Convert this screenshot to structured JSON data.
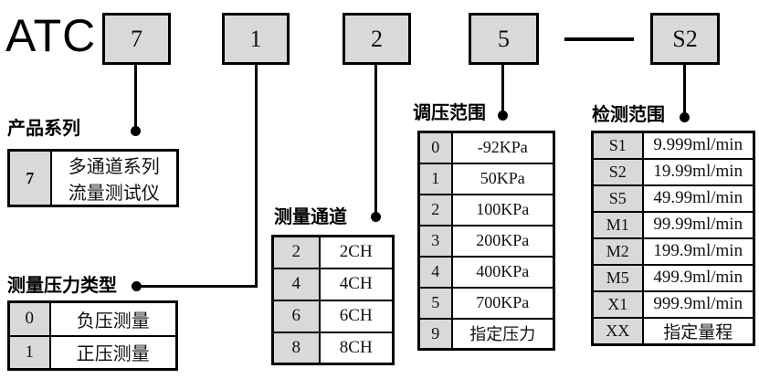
{
  "title": "ATC",
  "code_boxes": [
    "7",
    "1",
    "2",
    "5",
    "S2"
  ],
  "sections": {
    "series": {
      "title": "产品系列",
      "rows": [
        {
          "code": "7",
          "desc": "多通道系列\n流量测试仪"
        }
      ]
    },
    "pressure_type": {
      "title": "测量压力类型",
      "rows": [
        {
          "code": "0",
          "desc": "负压测量"
        },
        {
          "code": "1",
          "desc": "正压测量"
        }
      ]
    },
    "channels": {
      "title": "测量通道",
      "rows": [
        {
          "code": "2",
          "desc": "2CH"
        },
        {
          "code": "4",
          "desc": "4CH"
        },
        {
          "code": "6",
          "desc": "6CH"
        },
        {
          "code": "8",
          "desc": "8CH"
        }
      ]
    },
    "pressure_range": {
      "title": "调压范围",
      "rows": [
        {
          "code": "0",
          "desc": "-92KPa"
        },
        {
          "code": "1",
          "desc": "50KPa"
        },
        {
          "code": "2",
          "desc": "100KPa"
        },
        {
          "code": "3",
          "desc": "200KPa"
        },
        {
          "code": "4",
          "desc": "400KPa"
        },
        {
          "code": "5",
          "desc": "700KPa"
        },
        {
          "code": "9",
          "desc": "指定压力"
        }
      ]
    },
    "detect_range": {
      "title": "检测范围",
      "rows": [
        {
          "code": "S1",
          "desc": "9.999ml/min"
        },
        {
          "code": "S2",
          "desc": "19.99ml/min"
        },
        {
          "code": "S5",
          "desc": "49.99ml/min"
        },
        {
          "code": "M1",
          "desc": "99.99ml/min"
        },
        {
          "code": "M2",
          "desc": "199.9ml/min"
        },
        {
          "code": "M5",
          "desc": "499.9ml/min"
        },
        {
          "code": "X1",
          "desc": "999.9ml/min"
        },
        {
          "code": "XX",
          "desc": "指定量程"
        }
      ]
    }
  },
  "colors": {
    "box_fill": "#d9d9d9",
    "border": "#000000",
    "background": "#ffffff"
  }
}
